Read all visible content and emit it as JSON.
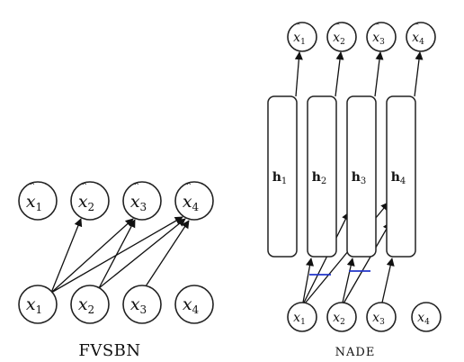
{
  "fvsbn": {
    "caption": "FVSBN",
    "outputs": [
      {
        "base": "x",
        "sub": "1"
      },
      {
        "base": "x",
        "sub": "2"
      },
      {
        "base": "x",
        "sub": "3"
      },
      {
        "base": "x",
        "sub": "4"
      }
    ],
    "inputs": [
      {
        "base": "x",
        "sub": "1"
      },
      {
        "base": "x",
        "sub": "2"
      },
      {
        "base": "x",
        "sub": "3"
      },
      {
        "base": "x",
        "sub": "4"
      }
    ]
  },
  "nade": {
    "caption": "NADE",
    "outputs": [
      {
        "base": "x",
        "sub": "1"
      },
      {
        "base": "x",
        "sub": "2"
      },
      {
        "base": "x",
        "sub": "3"
      },
      {
        "base": "x",
        "sub": "4"
      }
    ],
    "hidden": [
      {
        "base": "h",
        "sub": "1"
      },
      {
        "base": "h",
        "sub": "2"
      },
      {
        "base": "h",
        "sub": "3"
      },
      {
        "base": "h",
        "sub": "4"
      }
    ],
    "inputs": [
      {
        "base": "x",
        "sub": "1"
      },
      {
        "base": "x",
        "sub": "2"
      },
      {
        "base": "x",
        "sub": "3"
      },
      {
        "base": "x",
        "sub": "4"
      }
    ],
    "tied_weight_color": "#2336c9"
  }
}
